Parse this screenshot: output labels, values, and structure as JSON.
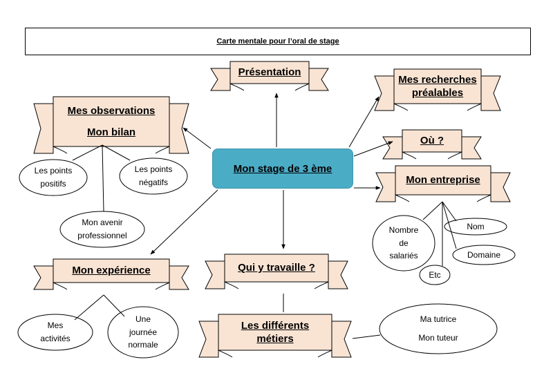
{
  "title": "Carte mentale pour l’oral de stage",
  "center": "Mon stage de 3 ème",
  "colors": {
    "center_fill": "#4bacc6",
    "banner_fill": "#f9e4d4",
    "line": "#000000"
  },
  "banners": {
    "presentation": [
      "Présentation"
    ],
    "recherches": [
      "Mes recherches",
      "préalables"
    ],
    "observations": [
      "Mes observations",
      "Mon bilan"
    ],
    "ou": [
      "Où ?"
    ],
    "entreprise": [
      "Mon entreprise"
    ],
    "experience": [
      "Mon expérience"
    ],
    "travaille": [
      "Qui y travaille ?"
    ],
    "metiers": [
      "Les différents",
      "métiers"
    ]
  },
  "ellipses": {
    "points_positifs": [
      "Les points",
      "positifs"
    ],
    "points_negatifs": [
      "Les points",
      "négatifs"
    ],
    "avenir": [
      "Mon avenir",
      "professionnel"
    ],
    "nombre_salaries": [
      "Nombre",
      "de",
      "salariés"
    ],
    "nom": [
      "Nom"
    ],
    "domaine": [
      "Domaine"
    ],
    "etc": [
      "Etc"
    ],
    "activites": [
      "Mes",
      "activités"
    ],
    "journee": [
      "Une",
      "journée",
      "normale"
    ],
    "tuteurs": [
      "Ma tutrice",
      "Mon tuteur"
    ]
  }
}
